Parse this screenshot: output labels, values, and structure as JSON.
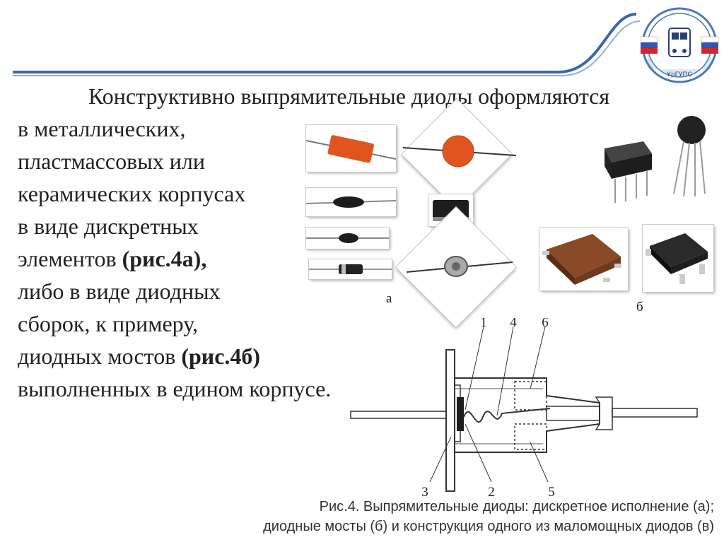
{
  "slide": {
    "heading_line": "Конструктивно выпрямительные диоды оформляются",
    "body_lines": [
      "в металлических,",
      "пластмассовых или",
      "керамических  корпусах",
      "в  виде  дискретных"
    ],
    "line5_plain": "элементов ",
    "line5_bold": "(рис.4а),",
    "line6": "либо  в  виде  диодных",
    "line7": "сборок, к примеру,",
    "line8_plain": "диодных мостов ",
    "line8_bold": "(рис.4б)",
    "line9": "выполненных в едином корпусе."
  },
  "figure": {
    "label_a": "а",
    "label_b": "б",
    "part_numbers": [
      "1",
      "4",
      "6",
      "3",
      "2",
      "5"
    ],
    "caption_line1": "Рис.4. Выпрямительные диоды: дискретное исполнение  (а);",
    "caption_line2": "диодные мосты (б) и конструкция одного из маломощных диодов (в)"
  },
  "logo": {
    "emblem_text": "УрГУПС"
  },
  "colors": {
    "header_line": "#3b66b0",
    "resistor_orange": "#e0551f",
    "component_black": "#1d1d1d",
    "bridge_brown": "#6e3a20"
  }
}
